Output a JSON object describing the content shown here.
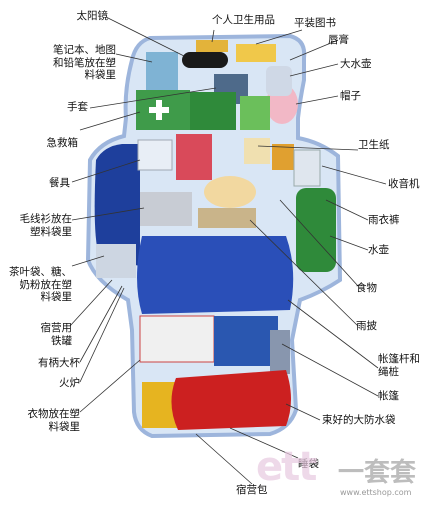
{
  "labels_left": {
    "sunglasses": "太阳镜",
    "notebook_map": [
      "笔记本、地图",
      "和铅笔放在塑",
      "料袋里"
    ],
    "gloves": "手套",
    "first_aid": "急救箱",
    "tableware": "餐具",
    "sweater": [
      "毛线衫放在",
      "塑料袋里"
    ],
    "tea_sugar": [
      "茶叶袋、糖、",
      "奶粉放在塑",
      "料袋里"
    ],
    "camp_can": [
      "宿营用",
      "铁罐"
    ],
    "handle_cup": "有柄大杯",
    "stove": "火炉",
    "clothes_bag": [
      "衣物放在塑",
      "料袋里"
    ]
  },
  "labels_top": {
    "toiletries": "个人卫生用品",
    "paperback": "平装图书"
  },
  "labels_right": {
    "lip_balm": "唇膏",
    "canteen": "大水壶",
    "hat": "帽子",
    "toilet_paper": "卫生纸",
    "radio": "收音机",
    "raincoat": "雨衣裤",
    "water_bottle": "水壶",
    "food": "食物",
    "rain_cape": "雨披",
    "tent_poles": [
      "帐篷杆和",
      "绳桩"
    ],
    "tent": "帐篷",
    "waterproof_bag": "束好的大防水袋"
  },
  "labels_bottom": {
    "sleeping_bag": "睡袋",
    "camp_bag": "宿营包"
  },
  "watermark": {
    "logo": "ett",
    "brand": "一套套",
    "url": "www.ettshop.com"
  },
  "colors": {
    "pack_outline": "#b9cde8",
    "blue_clothes": "#1e3f9c",
    "green_bag": "#2f8a3a",
    "red_bag": "#cc2020",
    "yellow_bag": "#e6b420"
  }
}
